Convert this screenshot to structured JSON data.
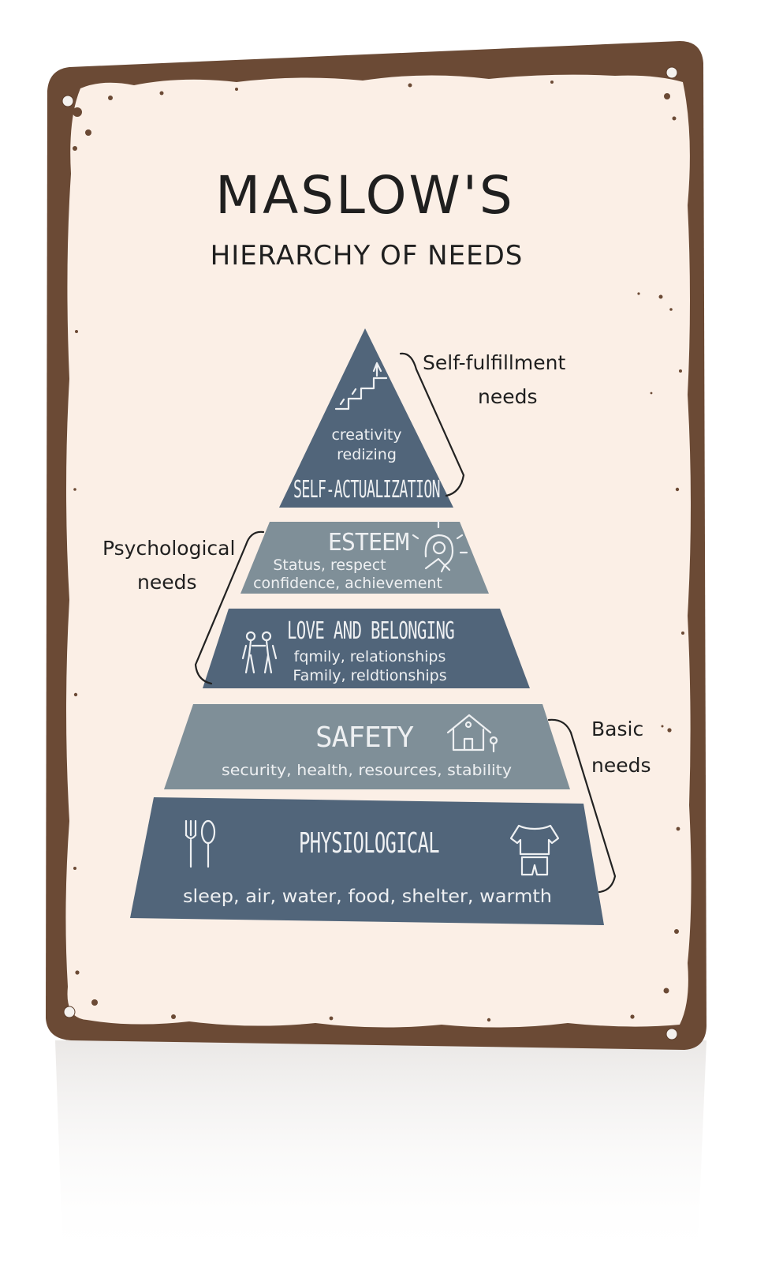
{
  "title": "MASLOW'S",
  "subtitle": "HIERARCHY OF NEEDS",
  "colors": {
    "sign_background": "#fbefe6",
    "rust_border": "#6b4a35",
    "tier_dark": "#51657a",
    "tier_light": "#7f8f98"
  },
  "tiers": [
    {
      "name": "SELF-ACTUALIZATION",
      "desc_line1": "creativity",
      "desc_line2": "redizing",
      "icon": "stairs-icon"
    },
    {
      "name": "ESTEEM",
      "desc_line1": "Status, respect",
      "desc_line2": "confidence, achievement",
      "icon": "head-lightbulb-icon"
    },
    {
      "name": "LOVE AND BELONGING",
      "desc_line1": "fqmily, relationships",
      "desc_line2": "Family, reldtionships",
      "icon": "two-people-icon"
    },
    {
      "name": "SAFETY",
      "desc_line1": "security, health, resources, stability",
      "icon": "house-icon"
    },
    {
      "name": "PHYSIOLOGICAL",
      "desc_line1": "sleep, air, water, food, shelter, warmth",
      "icon": "fork-spoon-icon",
      "icon2": "clothes-icon"
    }
  ],
  "groups": {
    "self_fulfillment": {
      "line1": "Self-fulfillment",
      "line2": "needs"
    },
    "psychological": {
      "line1": "Psychological",
      "line2": "needs"
    },
    "basic": {
      "line1": "Basic",
      "line2": "needs"
    }
  }
}
